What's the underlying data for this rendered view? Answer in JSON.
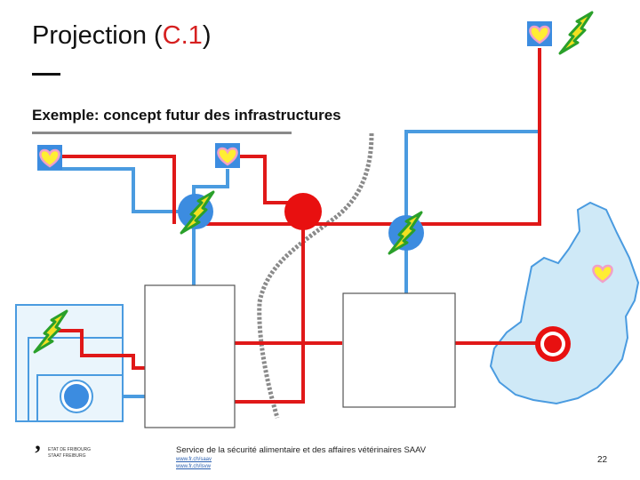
{
  "slide": {
    "title_main": "Projection (",
    "title_accent": "C.1",
    "title_close": ")",
    "subtitle": "Exemple: concept futur des infrastructures",
    "page_number": "22"
  },
  "footer": {
    "logo_line1": "ETAT DE FRIBOURG",
    "logo_line2": "STAAT FREIBURG",
    "service": "Service de la sécurité alimentaire et des affaires vétérinaires SAAV",
    "link1": "www.fr.ch/saav",
    "link2": "www.fr.ch/lsvw"
  },
  "colors": {
    "network_red": "#e01818",
    "network_blue": "#4a9be0",
    "lake_fill": "#cfe9f7",
    "heart_fill": "#ffee33",
    "heart_outline": "#f0a0c8",
    "bolt_outline": "#2aa02a",
    "bolt_fill": "#f2e020",
    "node_blue": "#3c8ce0",
    "node_red": "#e81010"
  },
  "icons": [
    "heart-icon",
    "lightning-icon",
    "title-rule",
    "railway-track"
  ]
}
